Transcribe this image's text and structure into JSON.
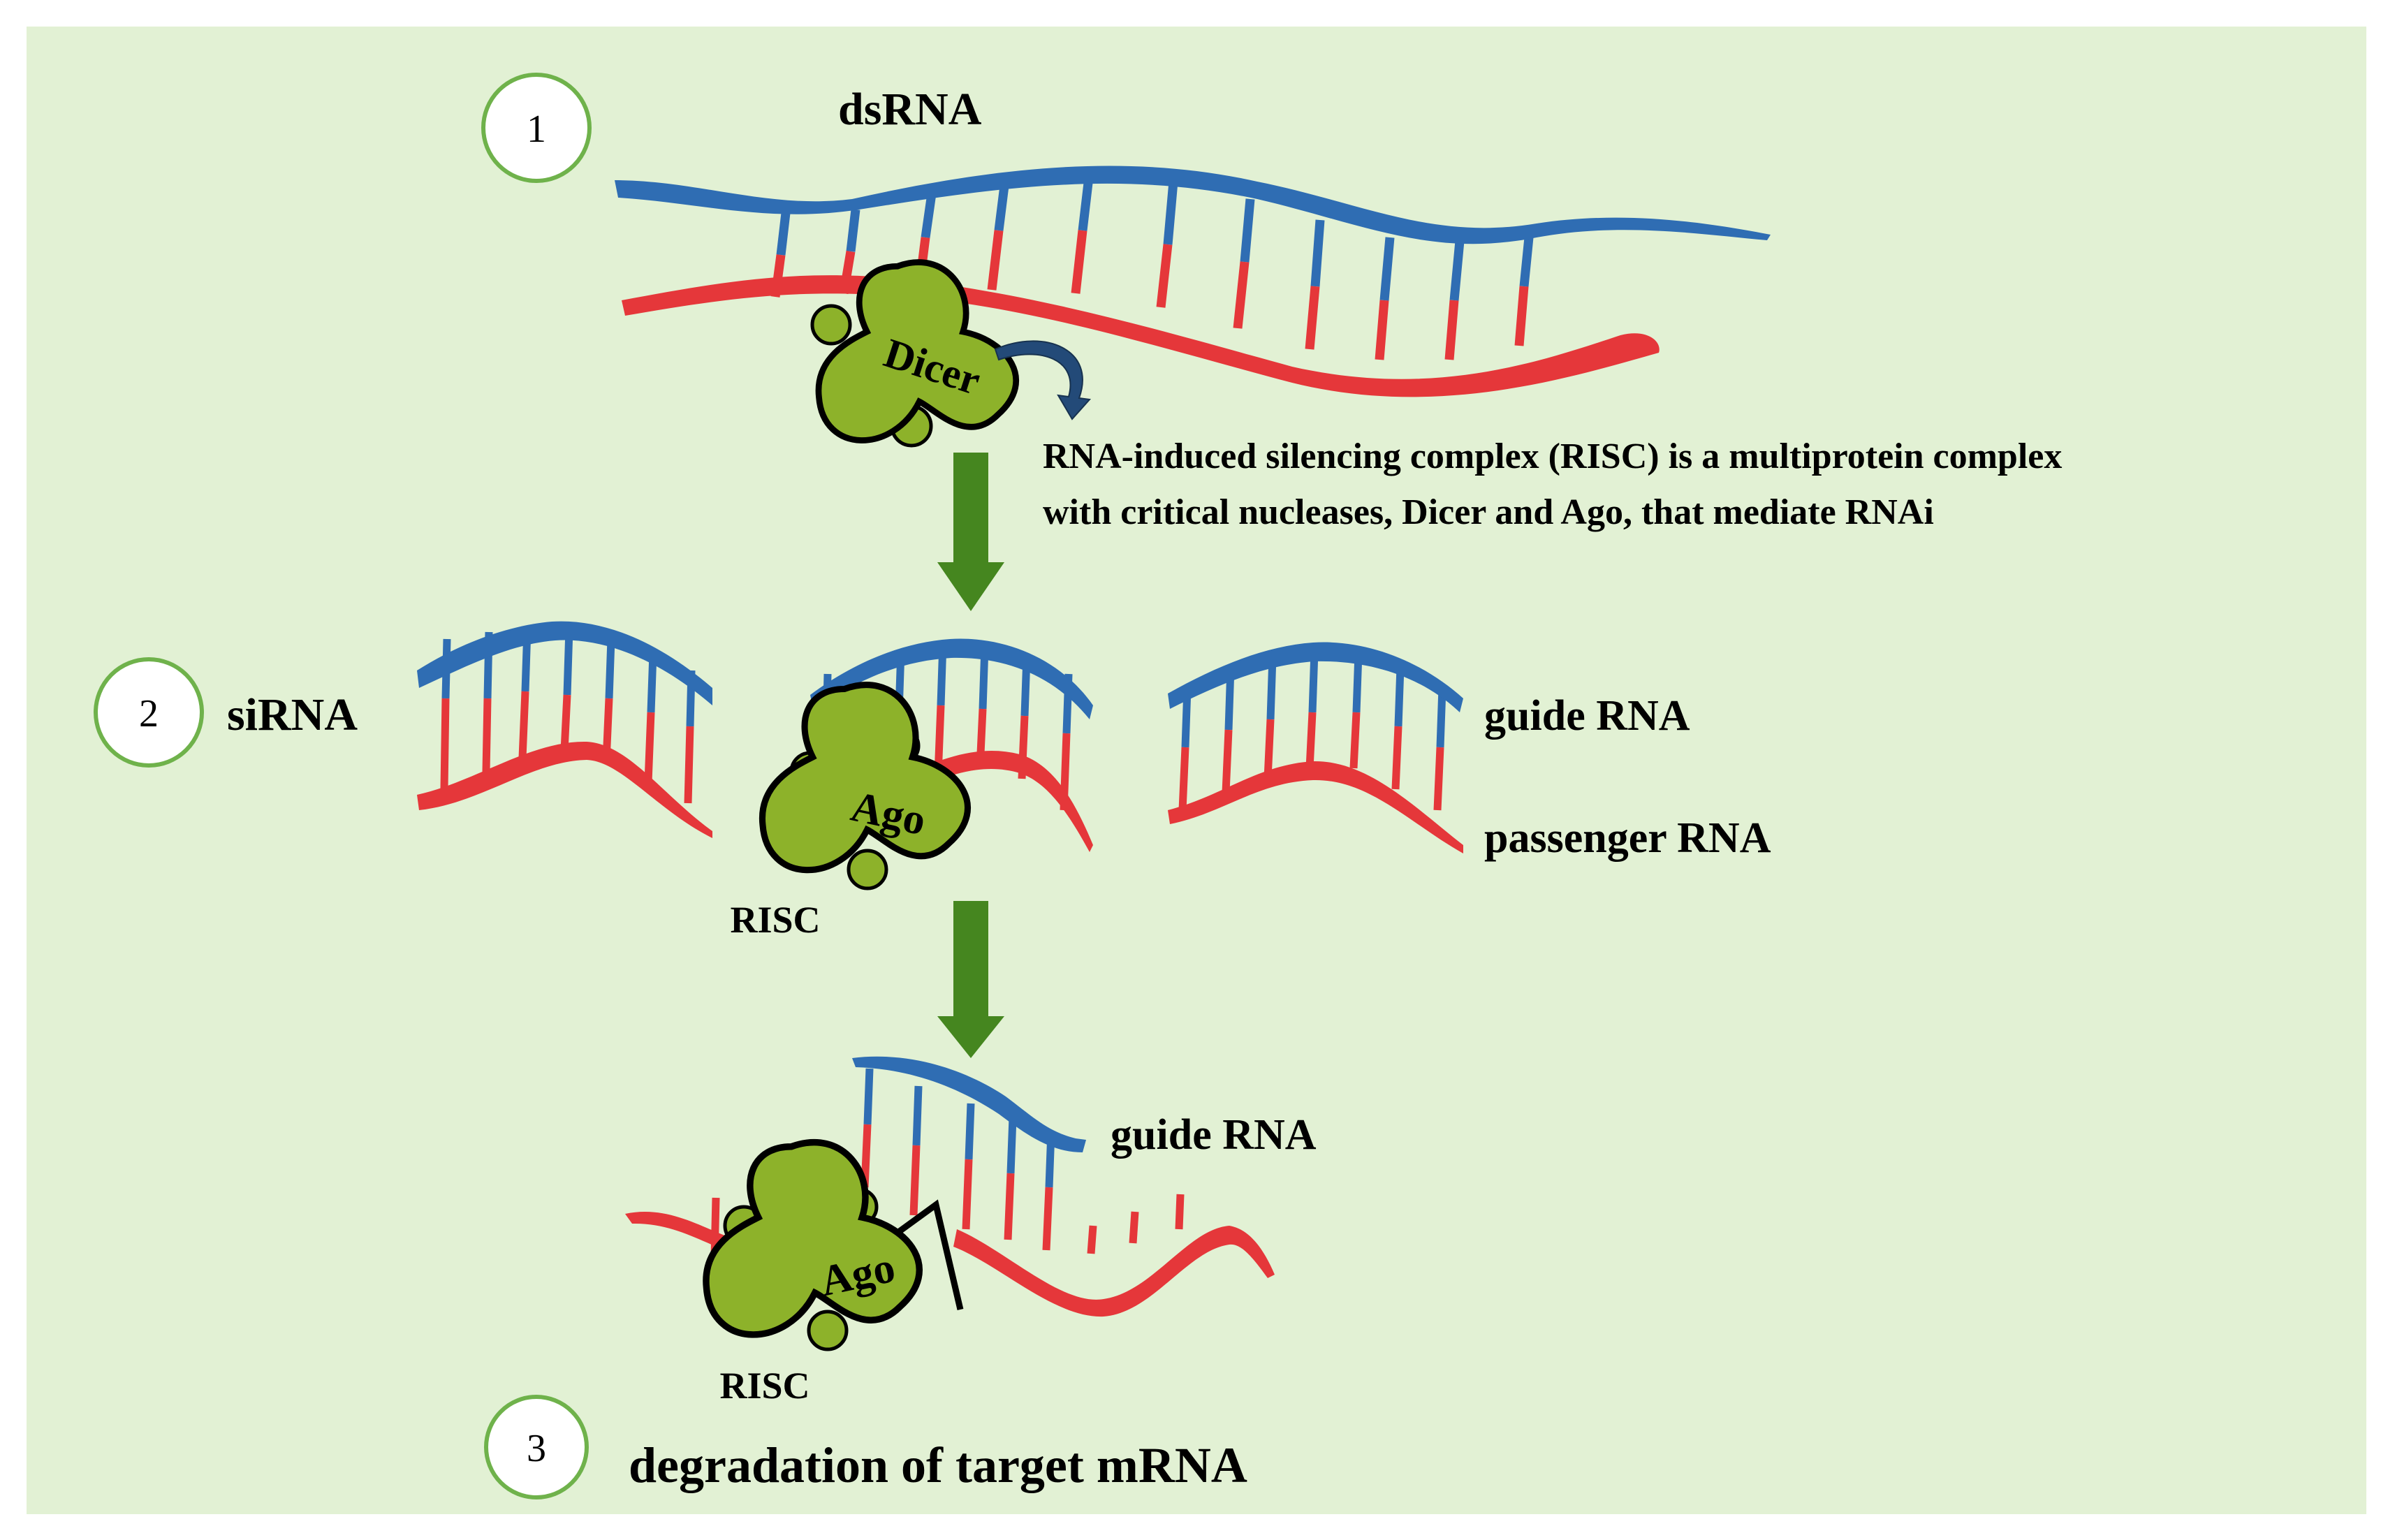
{
  "colors": {
    "panel_background": "#e2f1d4",
    "step_circle_stroke": "#6fb24b",
    "guide_strand": "#2f6db3",
    "passenger_strand": "#e5373a",
    "enzyme_fill": "#8db22a",
    "flow_arrow": "#45861f",
    "note_arrow": "#234a78"
  },
  "steps": [
    {
      "number": "1",
      "label": "dsRNA"
    },
    {
      "number": "2",
      "label": "siRNA"
    },
    {
      "number": "3",
      "label": "degradation of target mRNA"
    }
  ],
  "enzymes": {
    "dicer": "Dicer",
    "ago": "Ago",
    "complex_label": "RISC"
  },
  "labels": {
    "guide_rna": "guide RNA",
    "passenger_rna": "passenger RNA"
  },
  "note": {
    "line1": "RNA-induced silencing complex (RISC) is a multiprotein complex",
    "line2": "with critical nucleases, Dicer and Ago, that mediate RNAi"
  },
  "icons": [
    "step-circle",
    "enzyme-blob",
    "flow-arrow",
    "curved-note-arrow",
    "cleavage-zigzag"
  ]
}
